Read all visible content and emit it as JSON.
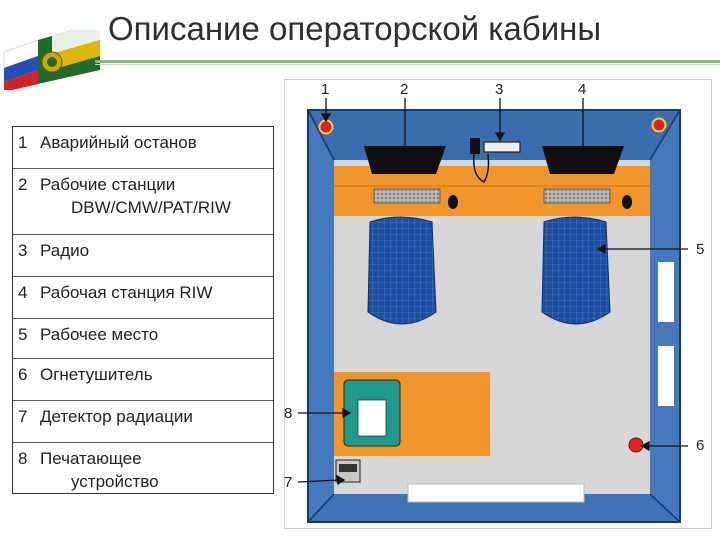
{
  "slide": {
    "title": "Описание операторской кабины"
  },
  "legend": {
    "items": [
      {
        "num": "1",
        "label": "Аварийный останов",
        "sub": ""
      },
      {
        "num": "2",
        "label": "Рабочие станции",
        "sub": "DBW/CMW/PAT/RIW"
      },
      {
        "num": "3",
        "label": "Радио",
        "sub": ""
      },
      {
        "num": "4",
        "label": "Рабочая станция RIW",
        "sub": ""
      },
      {
        "num": "5",
        "label": "Рабочее место",
        "sub": ""
      },
      {
        "num": "6",
        "label": "Огнетушитель",
        "sub": ""
      },
      {
        "num": "7",
        "label": "Детектор радиации",
        "sub": ""
      },
      {
        "num": "8",
        "label": "Печатающее",
        "sub": "устройство"
      }
    ]
  },
  "plan": {
    "callouts": {
      "c1": "1",
      "c2": "2",
      "c3": "3",
      "c4": "4",
      "c5": "5",
      "c6": "6",
      "c7": "7",
      "c8": "8"
    }
  },
  "colors": {
    "wall": "#3e73b6",
    "floor": "#d6d6d6",
    "desk": "#f0952a",
    "chair": "#1c4fa0",
    "monitor": "#101010",
    "stop_button": "#e02222"
  }
}
